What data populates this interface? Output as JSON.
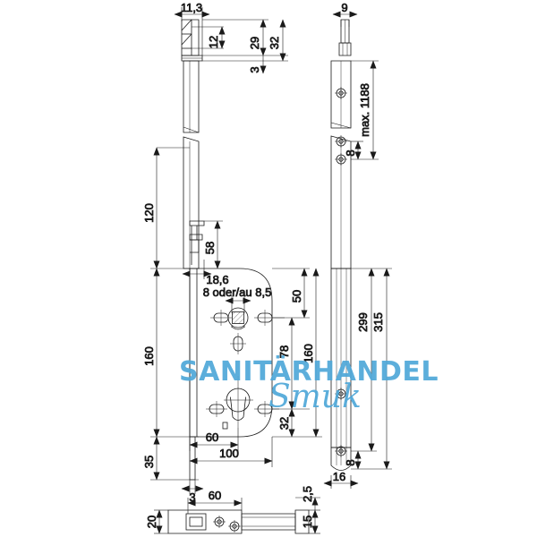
{
  "drawing": {
    "title": "Technical dimension drawing - mortise lock with faceplate and flat strike plate",
    "units": "mm",
    "line_color": "#1a1a1a",
    "watermark_color": "#4fa8d8"
  },
  "watermark": {
    "line1": "SANITÄRHANDEL",
    "line2": "Smuk"
  },
  "views": {
    "front": {
      "name": "front-elevation-lock-body"
    },
    "side": {
      "name": "side-elevation-faceplate"
    },
    "plan": {
      "name": "bottom-plan-view"
    }
  },
  "dimensions": {
    "top_width": "11,3",
    "top_12": "12",
    "top_29": "29",
    "top_32": "32",
    "top_3": "3",
    "side_9": "9",
    "side_max_1188": "max. 1188",
    "side_8_upper": "8",
    "side_299": "299",
    "side_315": "315",
    "side_8_lower": "8",
    "side_16": "16",
    "left_120": "120",
    "left_160": "160",
    "left_35": "35",
    "body_58": "58",
    "body_18_6": "18,6",
    "body_note": "8 oder/au 8,5",
    "body_50": "50",
    "body_78": "78",
    "body_160": "160",
    "body_32": "32",
    "body_60": "60",
    "body_100": "100",
    "plan_3": "3",
    "plan_60": "60",
    "plan_20": "20",
    "plan_15": "15",
    "plan_2_5": "2,5"
  }
}
